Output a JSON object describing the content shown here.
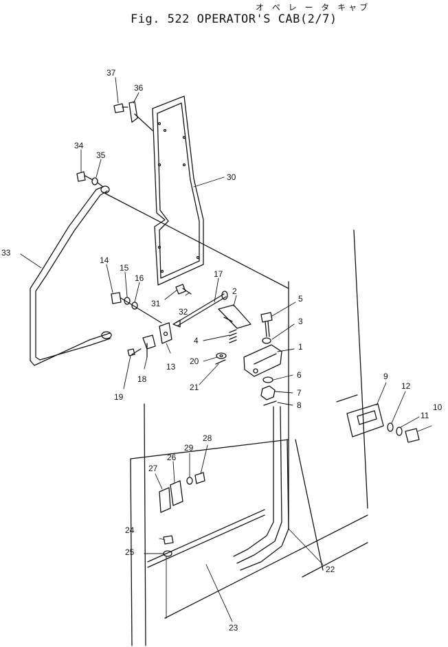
{
  "header": {
    "kana": "オ ペ レ ー タ キャブ",
    "title": "Fig. 522 OPERATOR'S CAB(2/7)"
  },
  "parts": {
    "p1": "1",
    "p2": "2",
    "p3": "3",
    "p4": "4",
    "p5": "5",
    "p6": "6",
    "p7": "7",
    "p8": "8",
    "p9": "9",
    "p10": "10",
    "p11": "11",
    "p12": "12",
    "p13": "13",
    "p14": "14",
    "p15": "15",
    "p16": "16",
    "p17": "17",
    "p18": "18",
    "p19": "19",
    "p20": "20",
    "p21": "21",
    "p22": "22",
    "p23": "23",
    "p24": "24",
    "p25": "25",
    "p26": "26",
    "p27": "27",
    "p28": "28",
    "p29": "29",
    "p30": "30",
    "p31": "31",
    "p32": "32",
    "p33": "33",
    "p34": "34",
    "p35": "35",
    "p36": "36",
    "p37": "37"
  }
}
